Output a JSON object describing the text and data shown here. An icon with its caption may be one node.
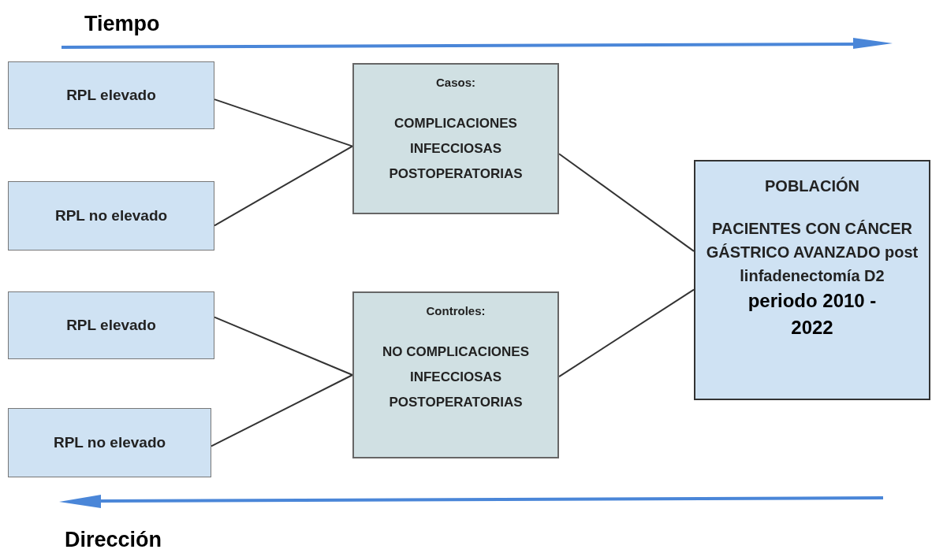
{
  "diagram": {
    "nodes": [
      {
        "text": [
          "RPL elevado"
        ]
      },
      {
        "text": [
          "RPL no elevado"
        ]
      },
      {
        "text": [
          "RPL elevado"
        ]
      },
      {
        "text": [
          "RPL no elevado"
        ]
      },
      {
        "text": [
          "Casos:",
          "COMPLICACIONES INFECCIOSAS POSTOPERATORIAS"
        ]
      },
      {
        "text": [
          "Controles:",
          "NO COMPLICACIONES INFECCIOSAS POSTOPERATORIAS"
        ]
      },
      {
        "text": [
          "POBLACIÓN",
          "PACIENTES CON CÁNCER GÁSTRICO AVANZADO post linfadenectomía D2",
          "periodo 2010 - 2022"
        ]
      }
    ],
    "edges": [
      {
        "from": 0,
        "to": 4,
        "arrow": "none"
      },
      {
        "from": 1,
        "to": 4,
        "arrow": "none"
      },
      {
        "from": 2,
        "to": 5,
        "arrow": "none"
      },
      {
        "from": 3,
        "to": 5,
        "arrow": "none"
      },
      {
        "from": 4,
        "to": 6,
        "arrow": "none"
      },
      {
        "from": 5,
        "to": 6,
        "arrow": "none"
      }
    ],
    "labels": [
      "Tiempo",
      "Dirección"
    ]
  }
}
